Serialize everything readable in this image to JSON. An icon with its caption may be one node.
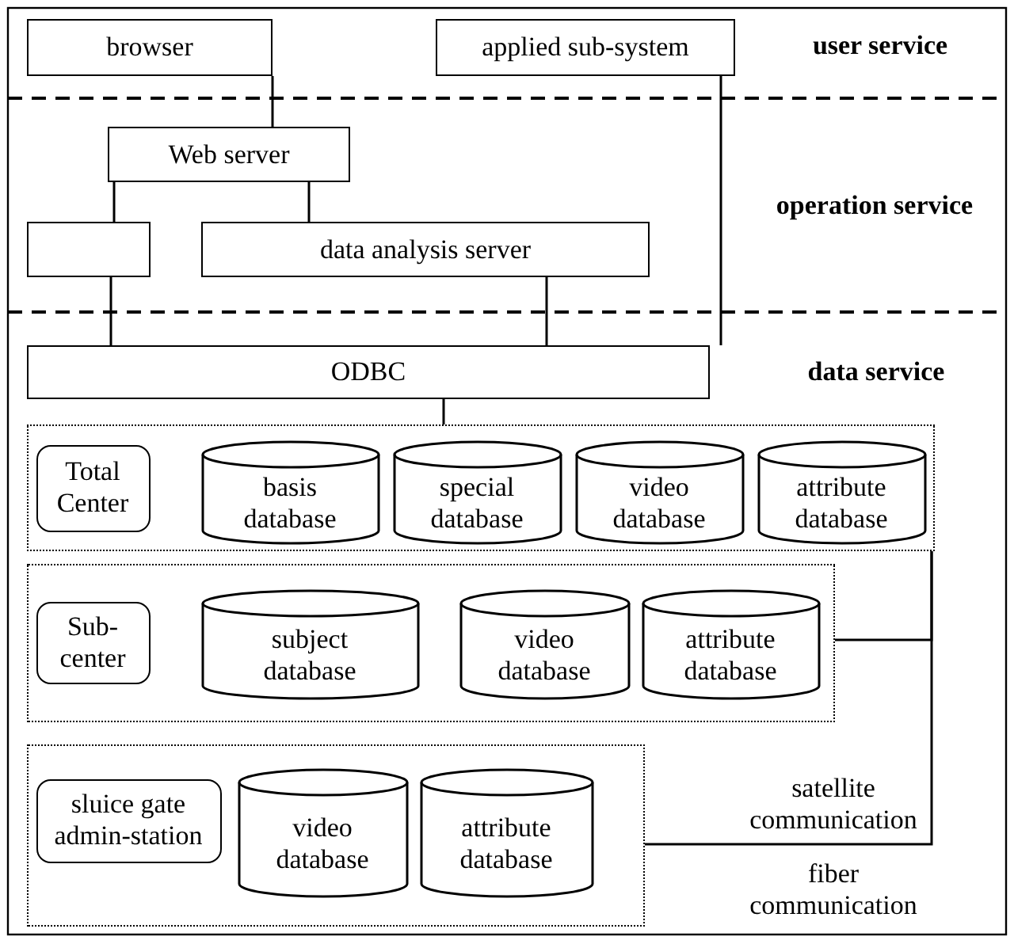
{
  "diagram": {
    "nodes": [
      {
        "text": [
          "browser"
        ]
      },
      {
        "text": [
          "applied sub-system"
        ]
      },
      {
        "text": [
          "Web server"
        ]
      },
      {
        "text": [],
        "shape": "box"
      },
      {
        "text": [
          "data analysis server"
        ]
      },
      {
        "text": [
          "ODBC"
        ]
      },
      {
        "text": [],
        "shape": "frame"
      },
      {
        "text": [
          "Total Center"
        ],
        "in": 6
      },
      {
        "text": [
          "basis database"
        ],
        "in": 6
      },
      {
        "text": [
          "special database"
        ],
        "in": 6
      },
      {
        "text": [
          "video database"
        ],
        "in": 6
      },
      {
        "text": [
          "attribute database"
        ],
        "in": 6
      },
      {
        "text": [],
        "shape": "frame"
      },
      {
        "text": [
          "Sub-center"
        ],
        "in": 12
      },
      {
        "text": [
          "subject database"
        ],
        "in": 12
      },
      {
        "text": [
          "video database"
        ],
        "in": 12
      },
      {
        "text": [
          "attribute database"
        ],
        "in": 12
      },
      {
        "text": [],
        "shape": "frame"
      },
      {
        "text": [
          "sluice gate admin-station"
        ],
        "in": 17
      },
      {
        "text": [
          "video database"
        ],
        "in": 17
      },
      {
        "text": [
          "attribute database"
        ],
        "in": 17
      }
    ],
    "edges": [
      {
        "from": 0,
        "to": 2,
        "arrow": "none"
      },
      {
        "from": 1,
        "to": 5,
        "arrow": "none"
      },
      {
        "from": 2,
        "to": 3,
        "arrow": "none"
      },
      {
        "from": 2,
        "to": 4,
        "arrow": "none"
      },
      {
        "from": 3,
        "to": 5,
        "arrow": "none"
      },
      {
        "from": 4,
        "to": 5,
        "arrow": "none"
      },
      {
        "from": 5,
        "to": 6,
        "arrow": "none"
      },
      {
        "from": 12,
        "to": 6,
        "arrow": "none"
      },
      {
        "from": 17,
        "to": 6,
        "arrow": "none"
      }
    ],
    "labels": [
      "user service",
      "operation service",
      "data service",
      "satellite communication",
      "fiber communication"
    ]
  }
}
